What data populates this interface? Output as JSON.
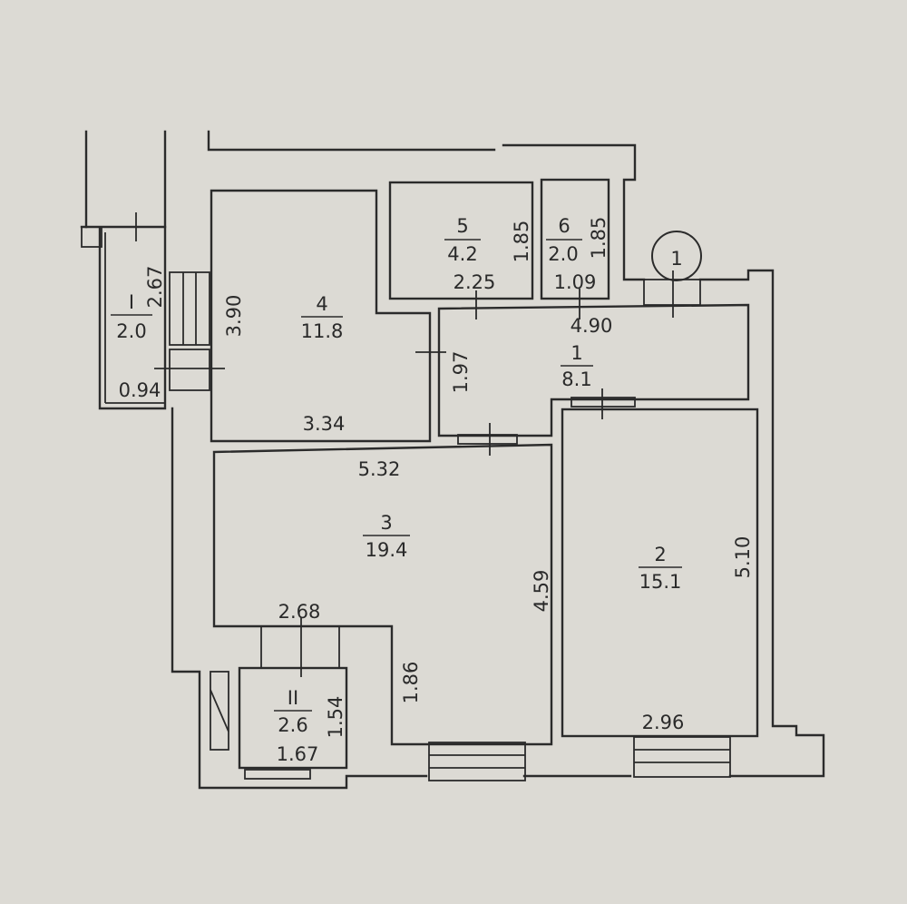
{
  "marker": "1",
  "rooms": [
    {
      "id": "1",
      "area": "8.1"
    },
    {
      "id": "2",
      "area": "15.1"
    },
    {
      "id": "3",
      "area": "19.4"
    },
    {
      "id": "4",
      "area": "11.8"
    },
    {
      "id": "5",
      "area": "4.2"
    },
    {
      "id": "6",
      "area": "2.0"
    },
    {
      "id": "I",
      "area": "2.0"
    },
    {
      "id": "II",
      "area": "2.6"
    }
  ],
  "dimensions": {
    "balcony_depth": "0.94",
    "balcony_length": "2.67",
    "room4_height": "3.90",
    "room4_width": "3.34",
    "room5_width": "2.25",
    "room5_height": "1.85",
    "room6_width": "1.09",
    "room6_height": "1.85",
    "hall_width": "4.90",
    "hall_height": "1.97",
    "room3_width": "5.32",
    "room3_height": "4.59",
    "room3_lower_height": "1.86",
    "room3_lower_width": "2.68",
    "room2_height": "5.10",
    "room2_width": "2.96",
    "loggia2_height": "1.54",
    "loggia2_width": "1.67"
  }
}
